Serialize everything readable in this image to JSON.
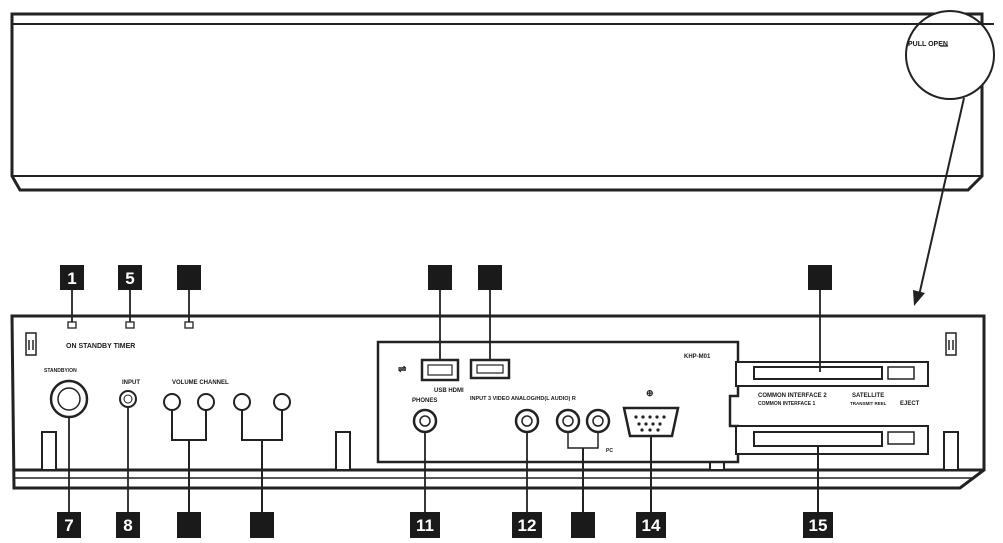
{
  "callout": {
    "text": "PULL OPEN"
  },
  "badges": {
    "b1": "1",
    "b5": "5",
    "b7": "7",
    "b8": "8",
    "b11": "11",
    "b12": "12",
    "b14": "14",
    "b15": "15"
  },
  "labels": {
    "led_row": "ON STANDBY TIMER",
    "standby": "STANDBY/ON",
    "input": "INPUT",
    "volume_channel": "VOLUME CHANNEL",
    "usb_hdmi": "USB HDMI",
    "model": "KHP-M01",
    "phones": "PHONES",
    "video_row": "INPUT 3 VIDEO ANALOG/HD(L AUDIO) R",
    "pc": "PC",
    "ci2": "COMMON INTERFACE 2",
    "ci1": "COMMON INTERFACE 1",
    "satellite": "SATELLITE",
    "transmit": "TRANSMIT REEL",
    "eject": "EJECT"
  }
}
